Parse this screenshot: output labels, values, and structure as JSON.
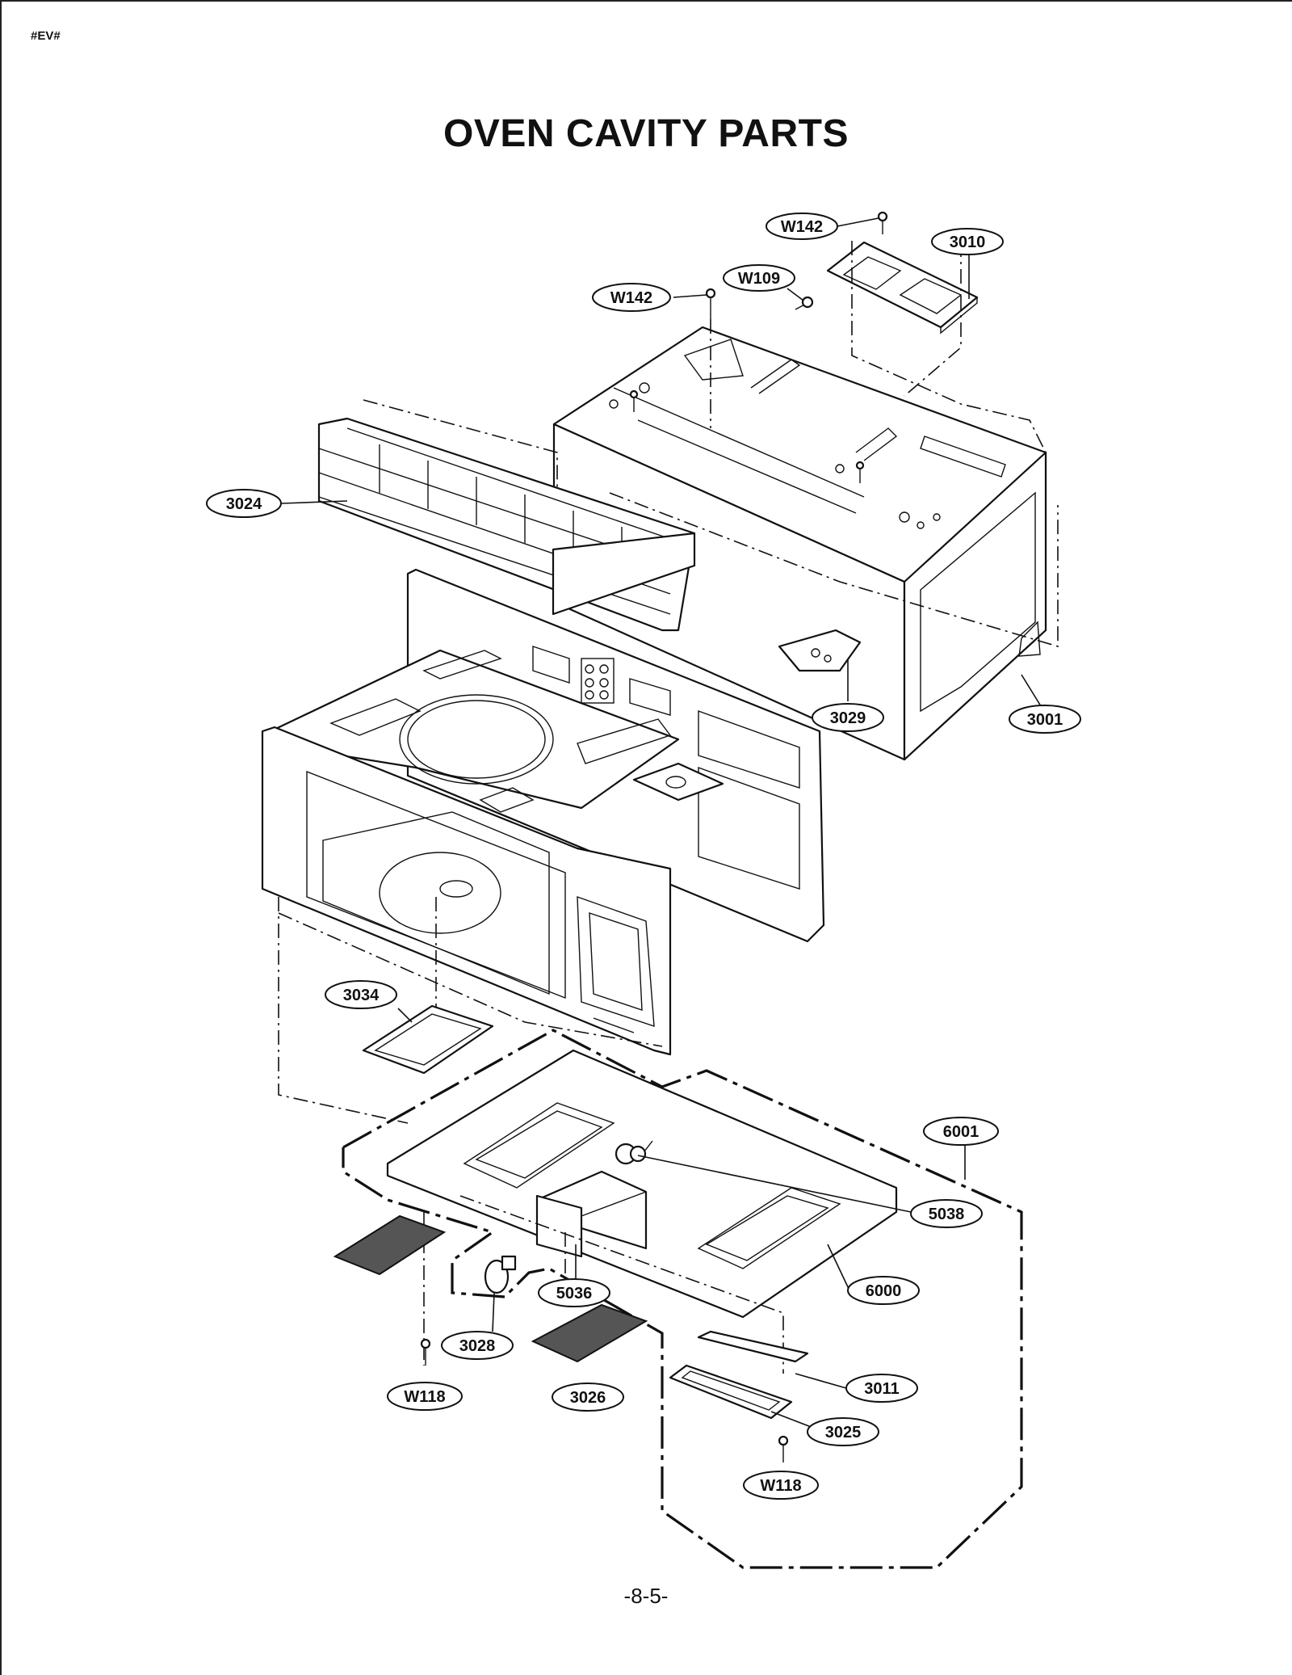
{
  "header": {
    "doc_code": "#EV#"
  },
  "title": "OVEN CAVITY PARTS",
  "footer": {
    "page_number": "-8-5-"
  },
  "callouts": {
    "w142_top": "W142",
    "p3010": "3010",
    "w109": "W109",
    "w142_left": "W142",
    "p3024": "3024",
    "p3029": "3029",
    "p3001": "3001",
    "p3034": "3034",
    "p6001": "6001",
    "p5038": "5038",
    "p6000": "6000",
    "p5036": "5036",
    "p3028": "3028",
    "w118_left": "W118",
    "p3026": "3026",
    "p3011": "3011",
    "p3025": "3025",
    "w118_bottom": "W118"
  }
}
